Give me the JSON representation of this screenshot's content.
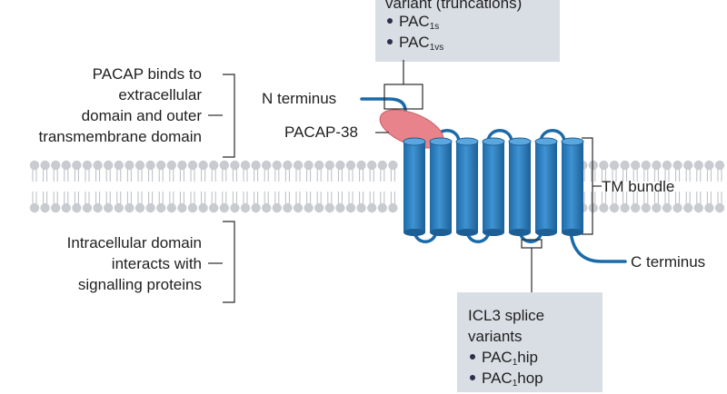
{
  "top_box": {
    "title": "variant (truncations)",
    "items": [
      {
        "base": "PAC",
        "sub": "1s",
        "after": ""
      },
      {
        "base": "PAC",
        "sub": "1vs",
        "after": ""
      }
    ]
  },
  "left_labels": {
    "extracellular": [
      "PACAP binds to",
      "extracellular",
      "domain and outer",
      "transmembrane domain"
    ],
    "intracellular": [
      "Intracellular domain",
      "interacts with",
      "signalling proteins"
    ]
  },
  "labels": {
    "n_terminus": "N terminus",
    "pacap38": "PACAP-38",
    "tm_bundle": "TM bundle",
    "c_terminus": "C terminus"
  },
  "bottom_box": {
    "title": [
      "ICL3 splice",
      "variants"
    ],
    "items": [
      {
        "base": "PAC",
        "sub": "1",
        "after": "hip"
      },
      {
        "base": "PAC",
        "sub": "1",
        "after": "hop"
      }
    ]
  },
  "colors": {
    "helix": "#2f7fbf",
    "helix_dark": "#1d5f94",
    "membrane_head": "#c8ccd1",
    "ligand": "#e87e86",
    "box": "#d9dee5",
    "line": "#2a2a2a"
  }
}
